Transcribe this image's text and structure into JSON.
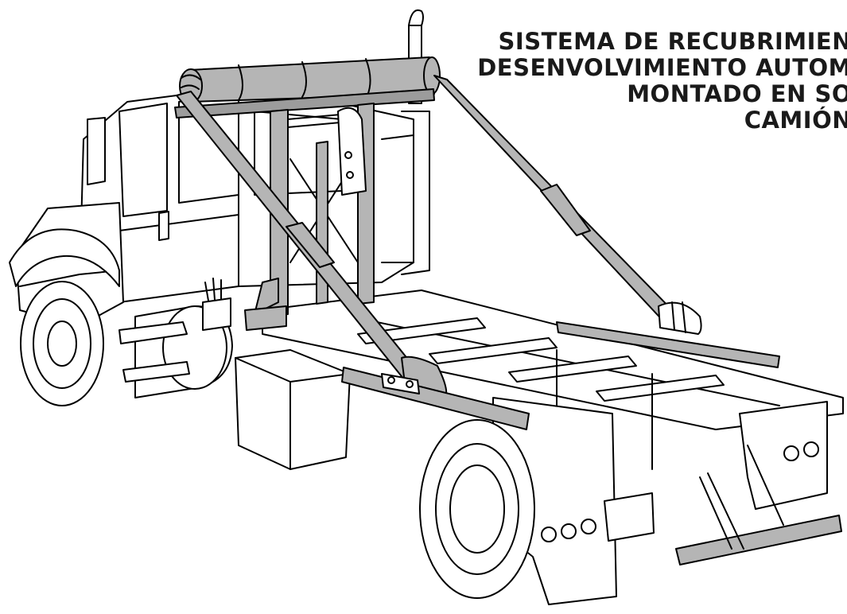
{
  "title": {
    "lines": [
      "SISTEMA DE RECUBRIMIEN",
      "DESENVOLVIMIENTO AUTOM",
      "MONTADO EN SO",
      "CAMIÓN"
    ]
  },
  "colors": {
    "line": "#000000",
    "paper": "#ffffff",
    "frame_gray": "#b5b5b5",
    "frame_dark": "#9c9c9c",
    "text": "#1a1a1a"
  }
}
